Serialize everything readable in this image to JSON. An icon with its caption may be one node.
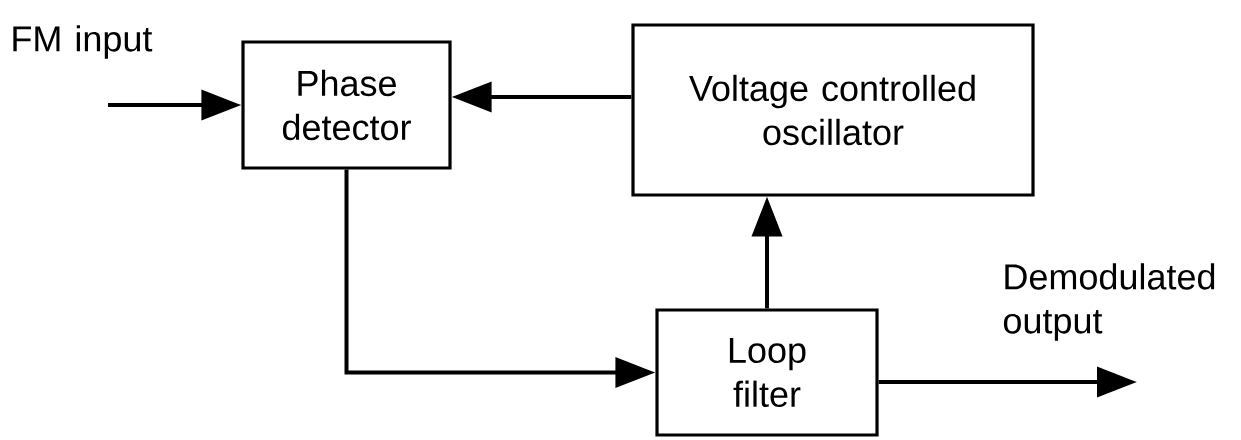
{
  "diagram": {
    "nodes": [
      {
        "text": [
          "Phase detector"
        ]
      },
      {
        "text": [
          "Voltage controlled oscillator"
        ]
      },
      {
        "text": [
          "Loop filter"
        ]
      }
    ],
    "edges": [
      {
        "from": null,
        "to": 0,
        "arrow": "to",
        "label": "FM input"
      },
      {
        "from": 1,
        "to": 0,
        "arrow": "to"
      },
      {
        "from": 0,
        "to": 2,
        "arrow": "to"
      },
      {
        "from": 2,
        "to": 1,
        "arrow": "to"
      },
      {
        "from": 2,
        "to": null,
        "arrow": "to",
        "label": "Demodulated output"
      }
    ]
  }
}
